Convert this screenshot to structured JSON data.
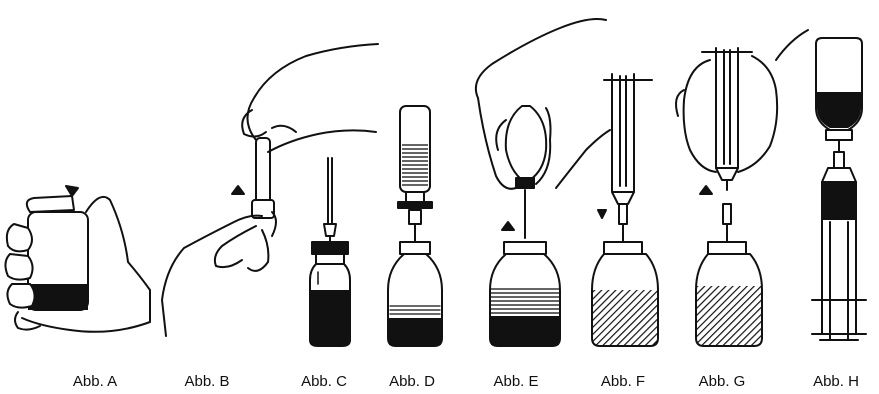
{
  "figure": {
    "panels": [
      {
        "id": "A",
        "label": "Abb. A",
        "icon": "hand-holding-vial-icon"
      },
      {
        "id": "B",
        "label": "Abb. B",
        "icon": "hands-removing-cap-icon"
      },
      {
        "id": "C",
        "label": "Abb. C",
        "icon": "syringe-in-vial-icon"
      },
      {
        "id": "D",
        "label": "Abb. D",
        "icon": "cartridge-on-vial-icon"
      },
      {
        "id": "E",
        "label": "Abb. E",
        "icon": "hand-squeezing-ampoule-icon"
      },
      {
        "id": "F",
        "label": "Abb. F",
        "icon": "syringe-pushing-down-icon"
      },
      {
        "id": "G",
        "label": "Abb. G",
        "icon": "hand-pulling-syringe-icon"
      },
      {
        "id": "H",
        "label": "Abb. H",
        "icon": "inverted-vial-syringe-icon"
      }
    ],
    "colors": {
      "ink": "#111111",
      "paper": "#ffffff"
    }
  }
}
